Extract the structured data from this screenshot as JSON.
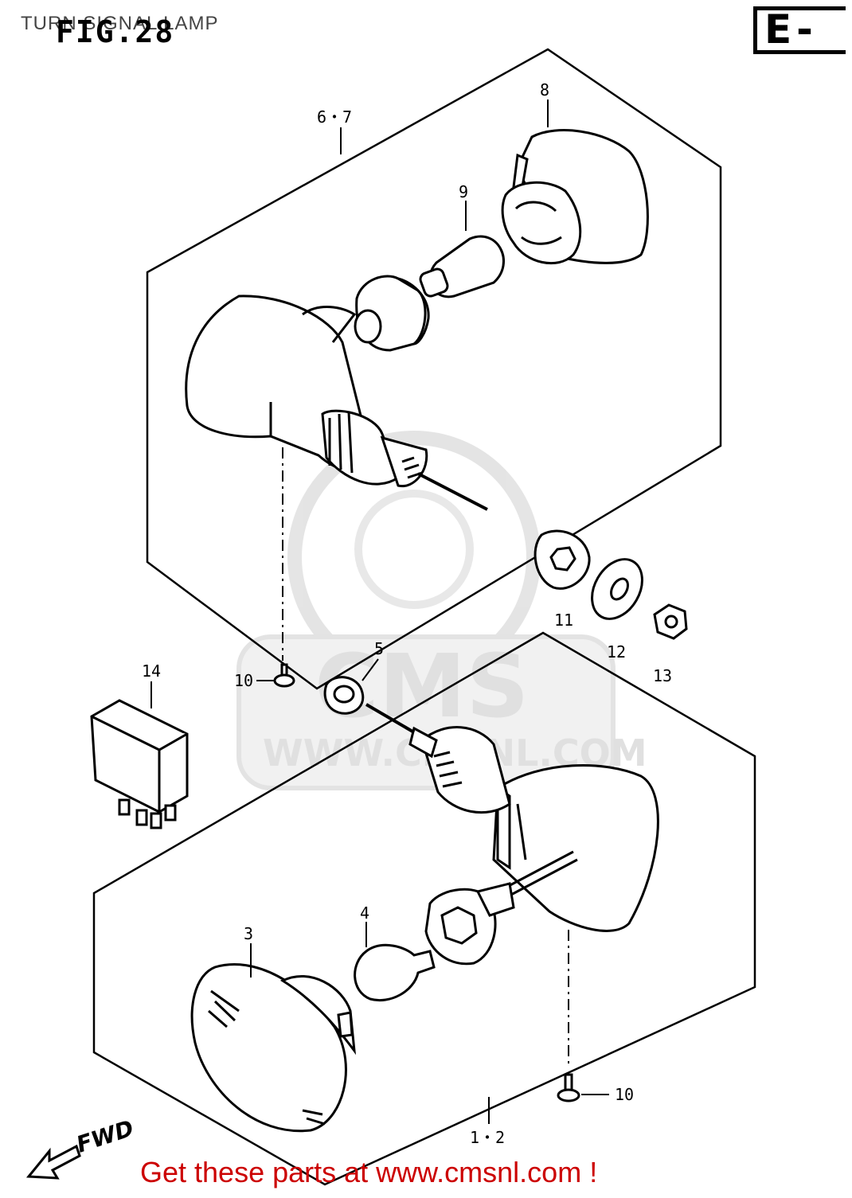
{
  "header": {
    "title": "TURN SIGNAL LAMP",
    "figure": "FIG.28",
    "region": "E-"
  },
  "diagram": {
    "callouts": [
      {
        "id": "c67",
        "label": "6・7"
      },
      {
        "id": "c8",
        "label": "8"
      },
      {
        "id": "c9",
        "label": "9"
      },
      {
        "id": "c5",
        "label": "5"
      },
      {
        "id": "c10a",
        "label": "10"
      },
      {
        "id": "c11",
        "label": "11"
      },
      {
        "id": "c12",
        "label": "12"
      },
      {
        "id": "c13",
        "label": "13"
      },
      {
        "id": "c14",
        "label": "14"
      },
      {
        "id": "c3",
        "label": "3"
      },
      {
        "id": "c4",
        "label": "4"
      },
      {
        "id": "c10b",
        "label": "10"
      },
      {
        "id": "c12b",
        "label": "1・2"
      }
    ],
    "direction_label": "FWD",
    "watermark": {
      "brand": "CMS",
      "url": "WWW.CMSNL.COM"
    }
  },
  "footer": {
    "text": "Get these parts at www.cmsnl.com !"
  }
}
